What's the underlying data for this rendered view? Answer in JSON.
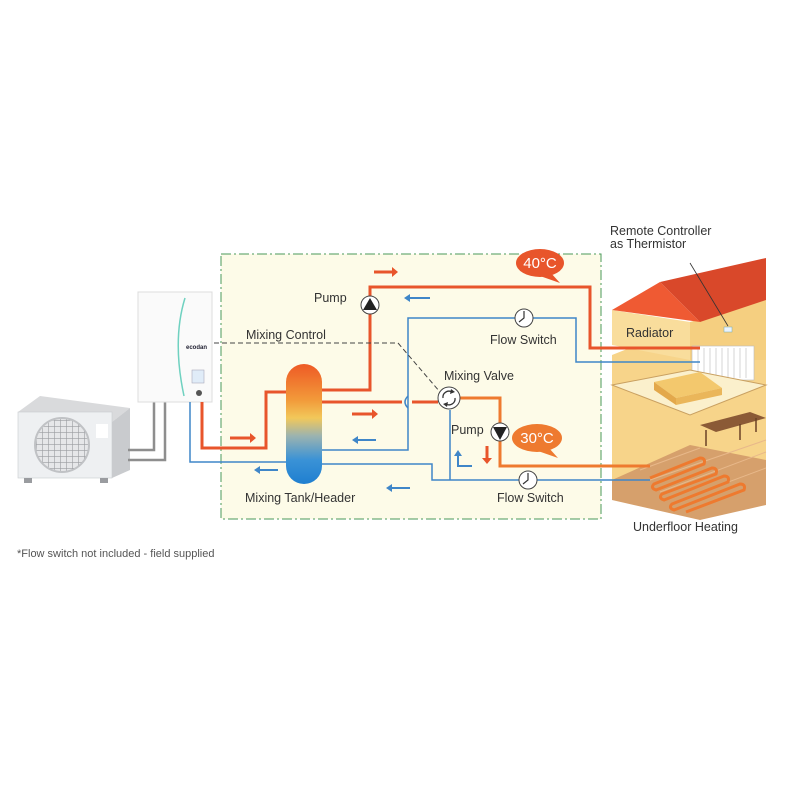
{
  "title": "Heat pump mixing tank/header heating circuit diagram",
  "colors": {
    "hot": "#e8552b",
    "warm": "#ee7a2f",
    "cold": "#3f86c8",
    "boundary": "#4a9a5a",
    "panel_bg": "#fdfbe8",
    "roof": "#d9482a",
    "wall": "#f7d48a"
  },
  "labels": {
    "pump_top": "Pump",
    "mixing_control": "Mixing Control",
    "flow_switch_top": "Flow Switch",
    "mixing_valve": "Mixing Valve",
    "pump_bottom": "Pump",
    "flow_switch_bottom": "Flow Switch",
    "mixing_tank": "Mixing Tank/Header",
    "remote_controller_line1": "Remote Controller",
    "remote_controller_line2": "as Thermistor",
    "radiator": "Radiator",
    "underfloor_heating": "Underfloor Heating",
    "temp_radiator": "40°C",
    "temp_underfloor": "30°C",
    "footnote": "*Flow switch not included - field supplied",
    "brand": "ecodan"
  },
  "icons": {
    "pump": "pump-icon",
    "flow_switch": "flow-switch-icon",
    "mixing_valve": "mixing-valve-icon",
    "outdoor_unit": "outdoor-unit-icon",
    "indoor_unit": "indoor-unit-icon",
    "house": "house-cutaway-icon"
  }
}
